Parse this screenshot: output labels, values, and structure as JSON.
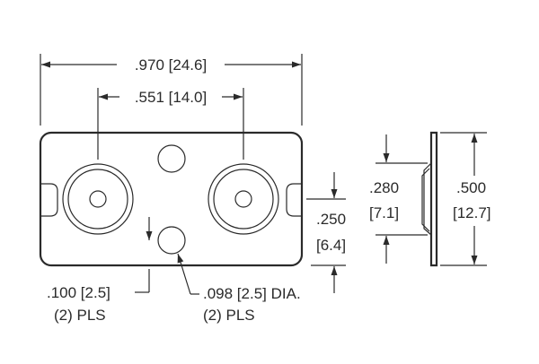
{
  "dimensions": {
    "overall_width": ".970 [24.6]",
    "hole_spacing": ".551 [14.0]",
    "tab_width_line1": ".100 [2.5]",
    "tab_width_line2": "(2) PLS",
    "hole_dia_line1": ".098 [2.5] DIA.",
    "hole_dia_line2": "(2) PLS",
    "hole_offset_line1": ".250",
    "hole_offset_line2": "[6.4]",
    "profile_height_line1": ".280",
    "profile_height_line2": "[7.1]",
    "overall_height_line1": ".500",
    "overall_height_line2": "[12.7]"
  },
  "colors": {
    "line": "#2a2a2a",
    "background": "#ffffff"
  }
}
